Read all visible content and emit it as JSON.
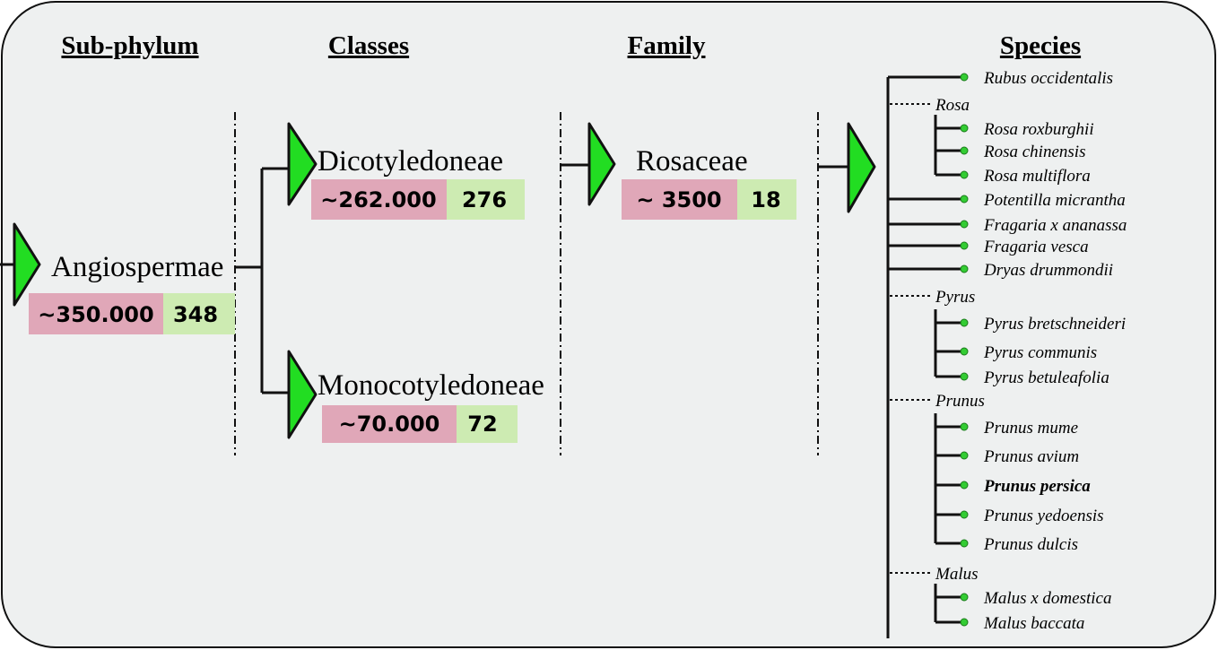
{
  "headers": {
    "subphylum": "Sub-phylum",
    "classes": "Classes",
    "family": "Family",
    "species": "Species"
  },
  "colors": {
    "background": "#eef0f0",
    "triangle": "#22dd22",
    "total_box": "#e0a7b8",
    "sequenced_box": "#cdebb2",
    "node_dot": "#33cc33"
  },
  "angiospermae": {
    "name": "Angiospermae",
    "total": "~350.000",
    "count": "348"
  },
  "dicot": {
    "name": "Dicotyledoneae",
    "total": "~262.000",
    "count": "276"
  },
  "monocot": {
    "name": "Monocotyledoneae",
    "total": "~70.000",
    "count": "72"
  },
  "rosaceae": {
    "name": "Rosaceae",
    "total": "~ 3500",
    "count": "18"
  },
  "species": [
    {
      "type": "leaf",
      "name": "Rubus occidentalis"
    },
    {
      "type": "genus",
      "name": "Rosa",
      "members": [
        "Rosa roxburghii",
        "Rosa chinensis",
        "Rosa multiflora"
      ]
    },
    {
      "type": "leaf",
      "name": "Potentilla micrantha"
    },
    {
      "type": "leaf",
      "name": "Fragaria x ananassa"
    },
    {
      "type": "leaf",
      "name": "Fragaria vesca"
    },
    {
      "type": "leaf",
      "name": "Dryas drummondii"
    },
    {
      "type": "genus",
      "name": "Pyrus",
      "members": [
        "Pyrus bretschneideri",
        "Pyrus communis",
        "Pyrus betuleafolia"
      ]
    },
    {
      "type": "genus",
      "name": "Prunus",
      "members": [
        "Prunus mume",
        "Prunus avium",
        "Prunus persica",
        "Prunus yedoensis",
        "Prunus dulcis"
      ],
      "highlight": "Prunus persica"
    },
    {
      "type": "genus",
      "name": "Malus",
      "members": [
        "Malus x domestica",
        "Malus baccata"
      ]
    }
  ]
}
